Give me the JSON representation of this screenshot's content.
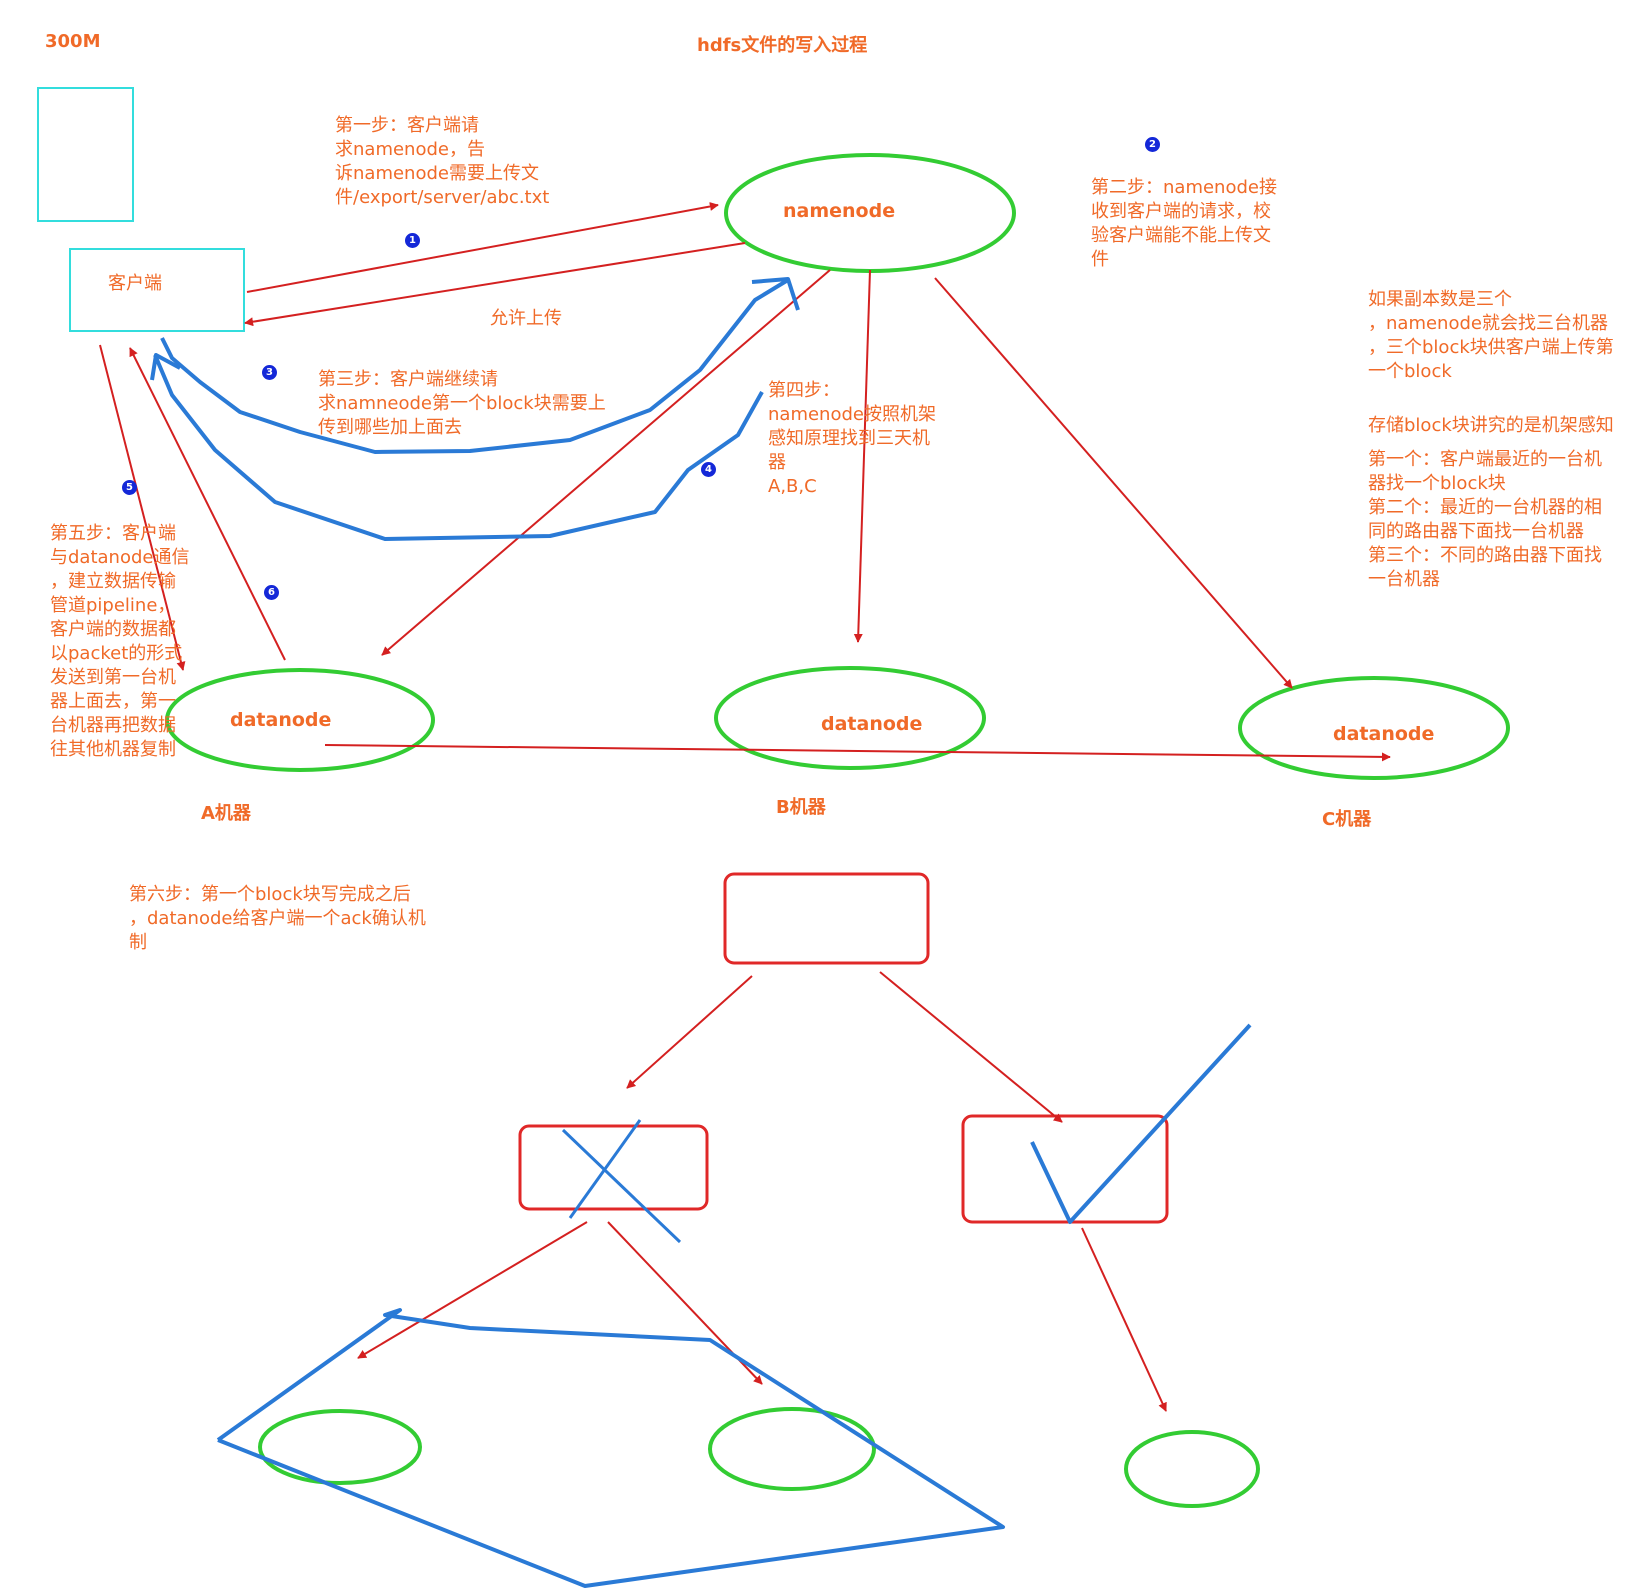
{
  "header": {
    "size_label": "300M",
    "title": "hdfs文件的写入过程"
  },
  "nodes": {
    "client": "客户端",
    "namenode": "namenode",
    "datanode_a": "datanode",
    "datanode_b": "datanode",
    "datanode_c": "datanode",
    "machine_a": "A机器",
    "machine_b": "B机器",
    "machine_c": "C机器"
  },
  "steps": {
    "step1": "第一步：客户端请\n求namenode，告\n诉namenode需要上传文\n件/export/server/abc.txt",
    "step2": "第二步：namenode接\n收到客户端的请求，校\n验客户端能不能上传文\n件",
    "allow_upload": "允许上传",
    "step3": "第三步：客户端继续请\n求namneode第一个block块需要上\n传到哪些加上面去",
    "step4": "第四步：\nnamenode按照机架\n感知原理找到三天机\n器\nA,B,C",
    "step5": "第五步：客户端\n与datanode通信\n，建立数据传输\n管道pipeline，\n客户端的数据都\n以packet的形式\n发送到第一台机\n器上面去，第一\n台机器再把数据\n往其他机器复制",
    "step6": "第六步：第一个block块写完成之后\n，datanode给客户端一个ack确认机\n制"
  },
  "notes": {
    "replica_note": "如果副本数是三个\n，namenode就会找三台机器\n，三个block块供客户端上传第\n一个block",
    "rack_awareness": "存储block块讲究的是机架感知",
    "rack_rules": "第一个：客户端最近的一台机\n器找一个block块\n第二个：最近的一台机器的相\n同的路由器下面找一台机器\n第三个：不同的路由器下面找\n一台机器"
  },
  "badges": [
    "1",
    "2",
    "3",
    "4",
    "5",
    "6"
  ],
  "colors": {
    "text": "#f06a28",
    "arrow": "#d42020",
    "ellipse": "#33cc33",
    "cyan_box": "#33dddd",
    "blue_stroke": "#2a7ad6",
    "badge": "#1428d8"
  }
}
